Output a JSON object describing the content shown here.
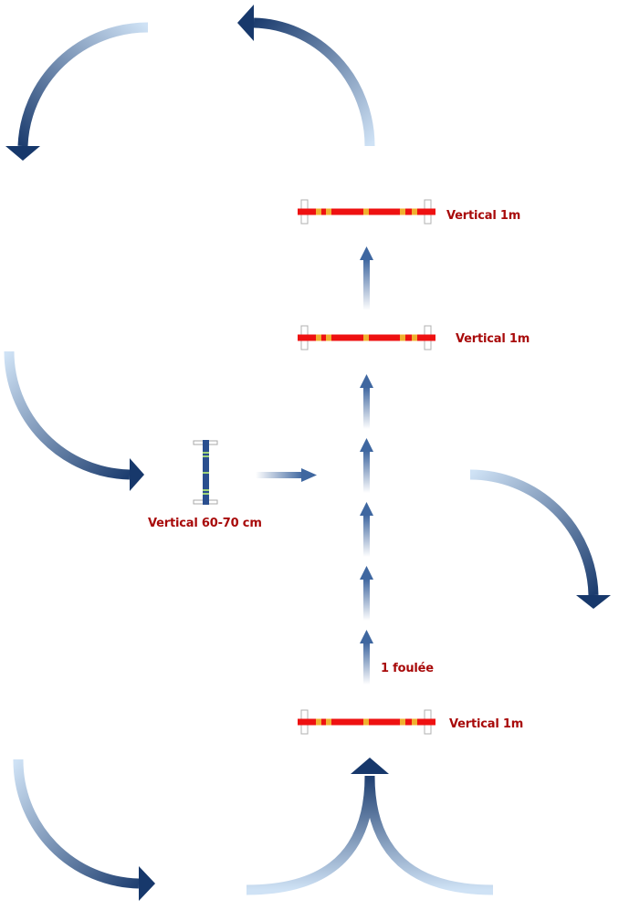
{
  "colors": {
    "arrow_light": "#c5dcf2",
    "arrow_dark": "#17386b",
    "pole": "#ee1111",
    "pole_stripe": "#f0b030",
    "small_pole": "#2a4f8f",
    "label": "#a80a0a"
  },
  "labels": {
    "jump_top": "Vertical 1m",
    "jump_middle": "Vertical 1m",
    "jump_bottom": "Vertical 1m",
    "jump_small": "Vertical 60-70 cm",
    "stride": "1 foulée"
  }
}
